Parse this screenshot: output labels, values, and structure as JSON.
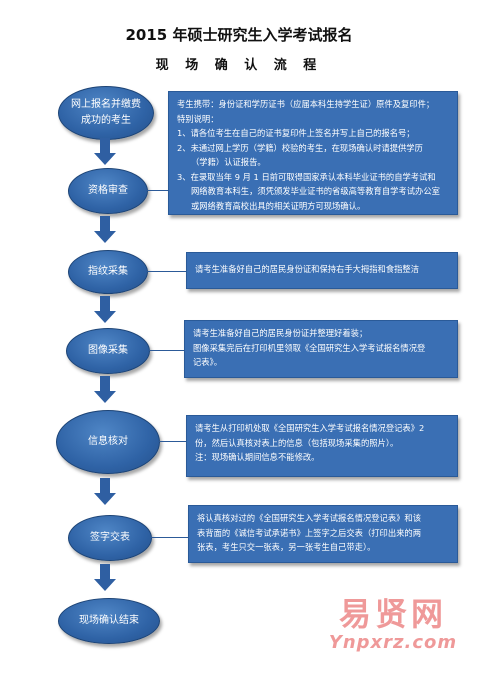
{
  "title": "2015 年硕士研究生入学考试报名",
  "subtitle": "现 场 确 认 流 程",
  "steps": [
    {
      "label_line1": "网上报名并缴费",
      "label_line2": "成功的考生"
    },
    {
      "label": "资格审查"
    },
    {
      "label": "指纹采集"
    },
    {
      "label": "图像采集"
    },
    {
      "label": "信息核对"
    },
    {
      "label": "签字交表"
    },
    {
      "label": "现场确认结束"
    }
  ],
  "notes": {
    "qualification": {
      "lines": [
        "考生携带：身份证和学历证书（应届本科生持学生证）原件及复印件；",
        "特别说明：",
        "1、请各位考生在自己的证书复印件上签名并写上自己的报名号；",
        "2、未通过网上学历（学籍）校验的考生，在现场确认时请提供学历",
        "（学籍）认证报告。",
        "3、在录取当年 9 月 1 日前可取得国家承认本科毕业证书的自学考试和",
        "网络教育本科生，须凭颁发毕业证书的省级高等教育自学考试办公室",
        "或网络教育高校出具的相关证明方可现场确认。"
      ]
    },
    "fingerprint": {
      "lines": [
        "请考生准备好自己的居民身份证和保持右手大拇指和食指整洁"
      ]
    },
    "image": {
      "lines": [
        "请考生准备好自己的居民身份证并整理好着装；",
        "图像采集完后在打印机里领取《全国研究生入学考试报名情况登",
        "记表》。"
      ]
    },
    "verify": {
      "lines": [
        "请考生从打印机处取《全国研究生入学考试报名情况登记表》2",
        "份，然后认真核对表上的信息（包括现场采集的照片）。",
        "注：现场确认期间信息不能修改。"
      ]
    },
    "sign": {
      "lines": [
        "将认真核对过的《全国研究生入学考试报名情况登记表》和该",
        "表背面的《诚信考试承诺书》上签字之后交表（打印出来的两",
        "张表，考生只交一张表，另一张考生自己带走）。"
      ]
    }
  },
  "watermark": {
    "line1": "易贤网",
    "line2": "Ynpxrz.com"
  },
  "colors": {
    "oval": "#2f63a6",
    "box": "#3a6fb4",
    "arrow": "#2f5fa2",
    "watermark": "#e24646"
  }
}
